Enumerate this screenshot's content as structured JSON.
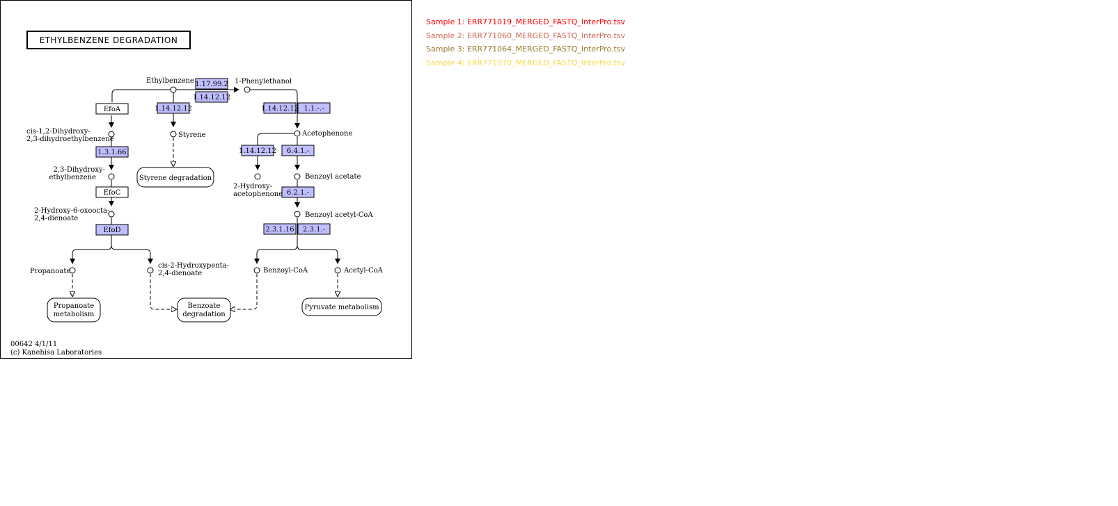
{
  "map": {
    "title": "ETHYLBENZENE DEGRADATION",
    "footer_id": "00642 4/1/11",
    "footer_copyright": "(c) Kanehisa Laboratories",
    "compounds": {
      "ethylbenzene": "Ethylbenzene",
      "phenylethanol": "1-Phenylethanol",
      "acetophenone": "Acetophenone",
      "styrene": "Styrene",
      "cis_dihydroxy_1": "cis-1,2-Dihydroxy-",
      "cis_dihydroxy_2": "2,3-dihydroethylbenzene",
      "dihydroxy_eb_1": "2,3-Dihydroxy-",
      "dihydroxy_eb_2": "ethylbenzene",
      "hydroxy_oxo_1": "2-Hydroxy-6-oxoocta-",
      "hydroxy_oxo_2": "2,4-dienoate",
      "propanoate": "Propanoate",
      "cis_hydroxypenta_1": "cis-2-Hydroxypenta-",
      "cis_hydroxypenta_2": "2,4-dienoate",
      "hydroxyacetophenone_1": "2-Hydroxy-",
      "hydroxyacetophenone_2": "acetophenone",
      "benzoyl_acetate": "Benzoyl acetate",
      "benzoyl_acetyl_coa": "Benzoyl acetyl-CoA",
      "benzoyl_coa": "Benzoyl-CoA",
      "acetyl_coa": "Acetyl-CoA"
    },
    "enzymes": {
      "ec_1_17_99_2": "1.17.99.2",
      "ec_1_14_12_12_a": "1.14.12.12",
      "ec_1_14_12_12_b": "1.14.12.12",
      "ec_1_14_12_12_c": "1.14.12.12",
      "ec_1_14_12_12_d": "1.14.12.12",
      "ec_1_1": "1.1.-.-",
      "ec_3_1_1_66": "1.3.1.66",
      "ec_6_4_1": "6.4.1.-",
      "ec_6_2_1": "6.2.1.-",
      "ec_2_3_1_16": "2.3.1.16",
      "ec_2_3_1": "2.3.1.-",
      "efoA": "EfoA",
      "efoC": "EfoC",
      "efoD": "EfoD"
    },
    "pathways": {
      "styrene_degradation": "Styrene degradation",
      "propanoate_1": "Propanoate",
      "propanoate_2": "metabolism",
      "benzoate_1": "Benzoate",
      "benzoate_2": "degradation",
      "pyruvate": "Pyruvate metabolism"
    },
    "colors": {
      "highlight_fill": "#bfbfff",
      "plain_fill": "#ffffff",
      "line": "#000000"
    }
  },
  "legend": {
    "samples": [
      {
        "label": "Sample 1: ERR771019_MERGED_FASTQ_InterPro.tsv",
        "color": "#ff0000"
      },
      {
        "label": "Sample 2: ERR771060_MERGED_FASTQ_InterPro.tsv",
        "color": "#cc6655"
      },
      {
        "label": "Sample 3: ERR771064_MERGED_FASTQ_InterPro.tsv",
        "color": "#9a7a2a"
      },
      {
        "label": "Sample 4: ERR771070_MERGED_FASTQ_InterPro.tsv",
        "color": "#f5d94a"
      }
    ]
  }
}
